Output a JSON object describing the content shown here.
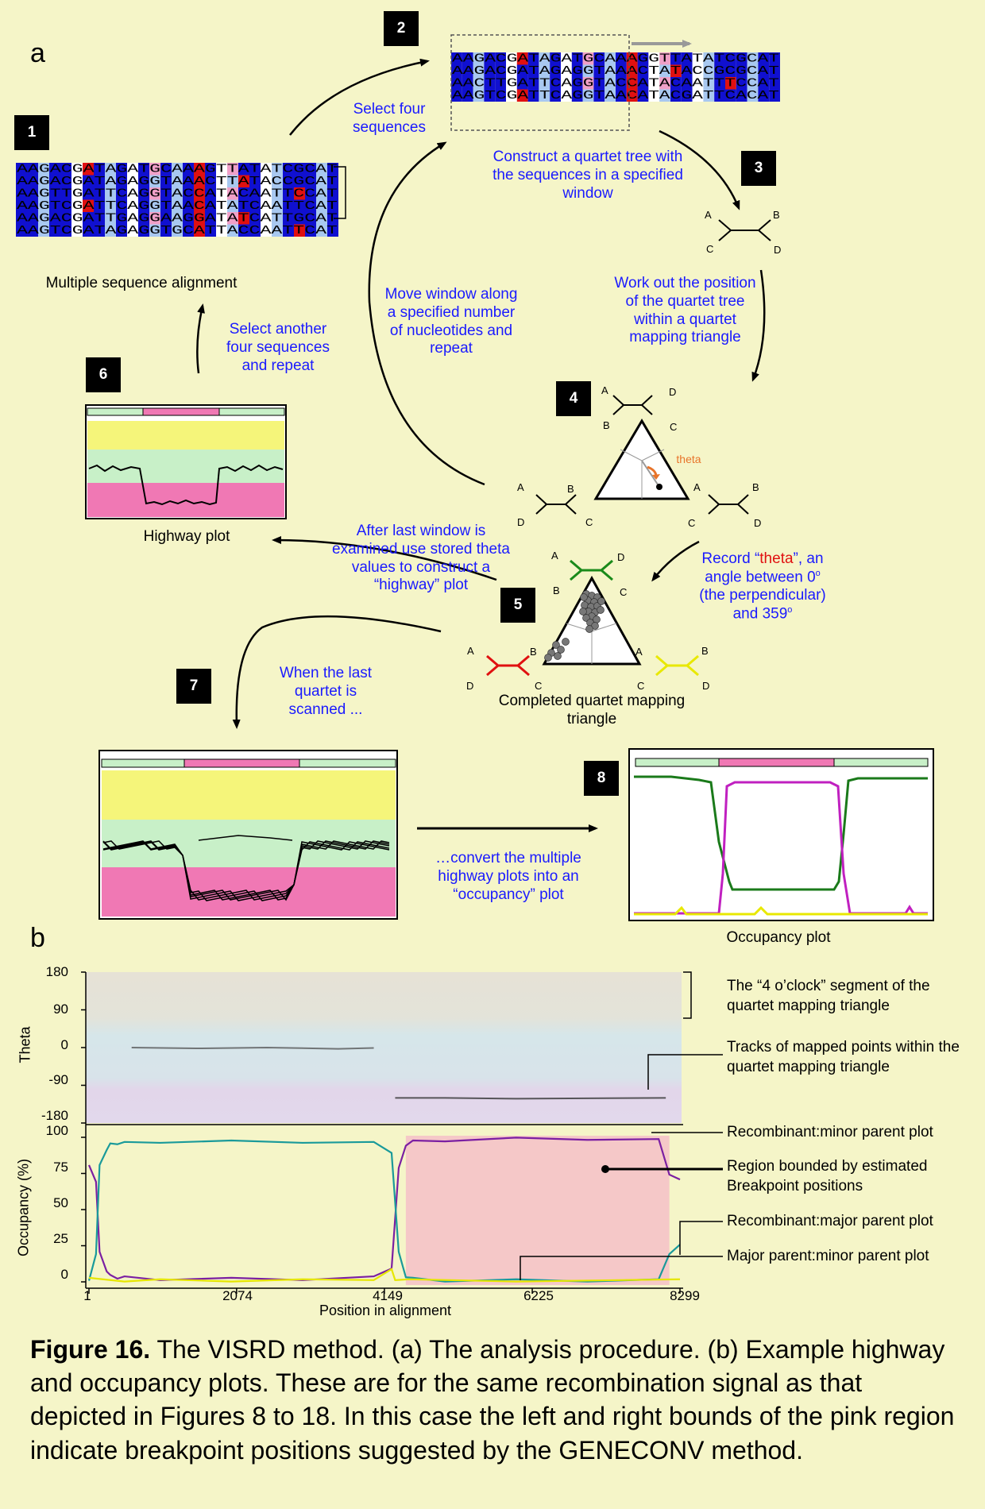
{
  "panel_labels": {
    "a": "a",
    "b": "b"
  },
  "badges": [
    "1",
    "2",
    "3",
    "4",
    "5",
    "6",
    "7",
    "8"
  ],
  "labels": {
    "msa": "Multiple sequence alignment",
    "select_four": "Select four sequences",
    "construct": "Construct a quartet tree with the sequences in a specified window",
    "work_out": "Work out the position of the quartet tree within a quartet mapping triangle",
    "move_window": "Move window along a specified number of nucleotides and repeat",
    "select_another": "Select another four sequences and repeat",
    "highway_plot": "Highway plot",
    "after_last": "After last window is examined use stored theta values to construct a “highway” plot",
    "record_pre": "Record “",
    "record_theta": "theta",
    "record_post": "”, an angle between 0",
    "record_line3": "(the perpendicular)",
    "record_line4": "and 359",
    "degree": "o",
    "theta": "theta",
    "completed": "Completed quartet mapping triangle",
    "when_last": "When the last quartet is scanned ...",
    "convert": "…convert the multiple highway plots into an “occupancy” plot",
    "occupancy_plot": "Occupancy plot"
  },
  "taxa": {
    "A": "A",
    "B": "B",
    "C": "C",
    "D": "D"
  },
  "sequences_1": [
    "AAGACGATAGATGCAAAGTTATATCGCAT",
    "AAGACGATAGAGGTAAACTTATACCGCAT",
    "AAGTTGATTCAGGTACCATACAATTCCAT",
    "AAGTCGATTCAGGTAACATATCAATTCAT",
    "AAGACGATTGAGGAAGGATATCATTGCAT",
    "AAGTCGATAGAGGTGCATTACCAATTCAT"
  ],
  "sequences_2": [
    "AAGACGATAGATGCAAAGGTTATATCGCAT",
    "AAGACGATAGAGGTAAACTATACCGCGCAT",
    "AACTTGATTCAGGTACCATACAATTTCCAT",
    "AAGTCGATTCAGGTAACATACGATTCACAT"
  ],
  "chart_data": [
    {
      "type": "line",
      "title": "",
      "xlabel": "",
      "ylabel": "Theta",
      "yticks": [
        "180",
        "90",
        "0",
        "-90",
        "-180"
      ],
      "ylim": [
        -180,
        180
      ],
      "xlim": [
        1,
        8299
      ],
      "annotations": [
        "The “4 o’clock” segment of the quartet mapping triangle",
        "Tracks of mapped points within the quartet mapping triangle"
      ],
      "series": [
        {
          "name": "",
          "x": [
            600,
            1500,
            2500,
            3500,
            4000,
            4300,
            5000,
            6000,
            7000,
            8100
          ],
          "y": [
            0,
            -2,
            0,
            -3,
            -1,
            -120,
            -120,
            -122,
            -121,
            -120
          ]
        }
      ]
    },
    {
      "type": "line",
      "title": "",
      "xlabel": "Position in alignment",
      "ylabel": "Occupancy (%)",
      "xticks": [
        "1",
        "2074",
        "4149",
        "6225",
        "8299"
      ],
      "yticks": [
        "100",
        "75",
        "50",
        "25",
        "0"
      ],
      "ylim": [
        0,
        100
      ],
      "xlim": [
        1,
        8299
      ],
      "shaded_region": [
        4450,
        8150
      ],
      "annotations": [
        "Recombinant:minor parent plot",
        "Region bounded by estimated Breakpoint positions",
        "Recombinant:major parent plot",
        "Major parent:minor parent plot"
      ],
      "series": [
        {
          "name": "",
          "color": "#7B1FA2",
          "x": [
            1,
            100,
            150,
            250,
            300,
            400,
            500,
            1000,
            2000,
            3000,
            4000,
            4250,
            4350,
            4450,
            4550,
            5000,
            6000,
            7000,
            8000,
            8150,
            8299
          ],
          "y": [
            80,
            70,
            20,
            8,
            4,
            3,
            3,
            2,
            2,
            2,
            3,
            10,
            78,
            95,
            97,
            98,
            99,
            99,
            98,
            75,
            70
          ]
        },
        {
          "name": "",
          "color": "#1A9A9A",
          "x": [
            1,
            100,
            150,
            250,
            300,
            400,
            500,
            1000,
            2000,
            3000,
            4000,
            4250,
            4350,
            4450,
            4550,
            5000,
            6000,
            7000,
            8000,
            8150,
            8299
          ],
          "y": [
            0,
            20,
            80,
            92,
            95,
            96,
            96,
            97,
            97,
            97,
            96,
            90,
            20,
            4,
            2,
            1,
            1,
            1,
            1,
            20,
            25
          ]
        },
        {
          "name": "",
          "color": "#E6E600",
          "x": [
            1,
            500,
            1000,
            2000,
            3000,
            4000,
            4250,
            4300,
            4500,
            6000,
            8299
          ],
          "y": [
            2,
            1,
            1,
            1,
            1,
            2,
            8,
            2,
            1,
            1,
            1
          ]
        }
      ]
    }
  ],
  "caption": {
    "bold": "Figure 16.",
    "text": " The VISRD method. (a) The analysis procedure. (b) Example highway and occupancy plots.  These are for the same recombination signal as that depicted in Figures 8 to 18. In this case the left and right bounds of the pink region indicate breakpoint positions suggested by the GENECONV method."
  },
  "colors": {
    "background": "#F5F5C8",
    "blue_text": "#1a1aff",
    "seq_dark": "#1010d0",
    "seq_light": "#a8c8f0",
    "seq_red": "#e01010",
    "seq_pink": "#f0a0c8",
    "yellow_band": "#f5f57a",
    "green_band": "#c8f0c8",
    "pink_band": "#f078b4"
  }
}
